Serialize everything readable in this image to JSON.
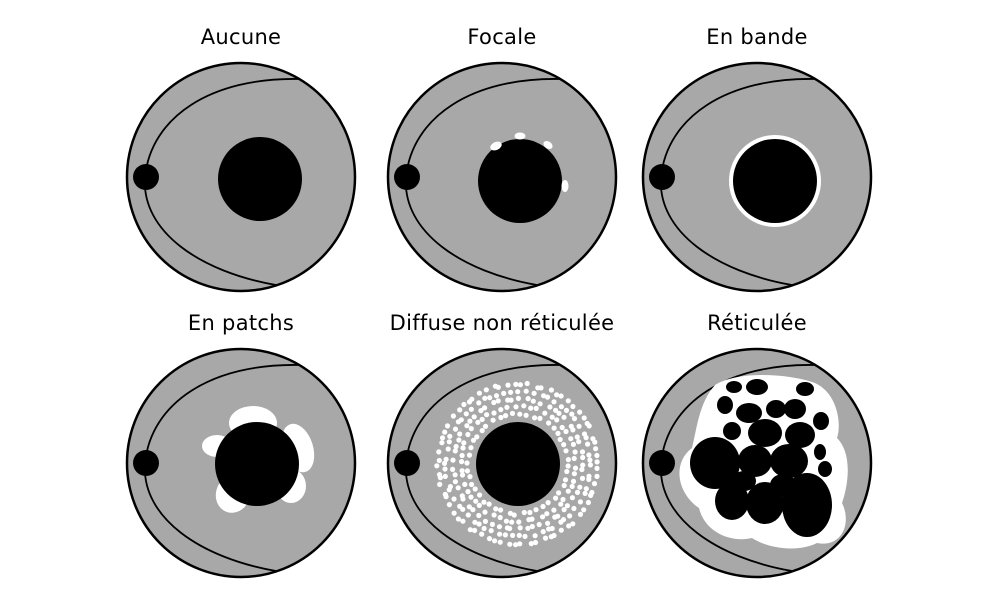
{
  "panels": [
    {
      "title": "Aucune",
      "pattern": "none"
    },
    {
      "title": "Focale",
      "pattern": "focal"
    },
    {
      "title": "En bande",
      "pattern": "band"
    },
    {
      "title": "En patchs",
      "pattern": "patchy"
    },
    {
      "title": "Diffuse non réticulée",
      "pattern": "diffuse-nonreticular"
    },
    {
      "title": "Réticulée",
      "pattern": "reticular"
    }
  ],
  "colors": {
    "eye_fill": "#a8a8a8",
    "outline": "#000000",
    "lesion": "#000000",
    "highlight": "#ffffff"
  }
}
